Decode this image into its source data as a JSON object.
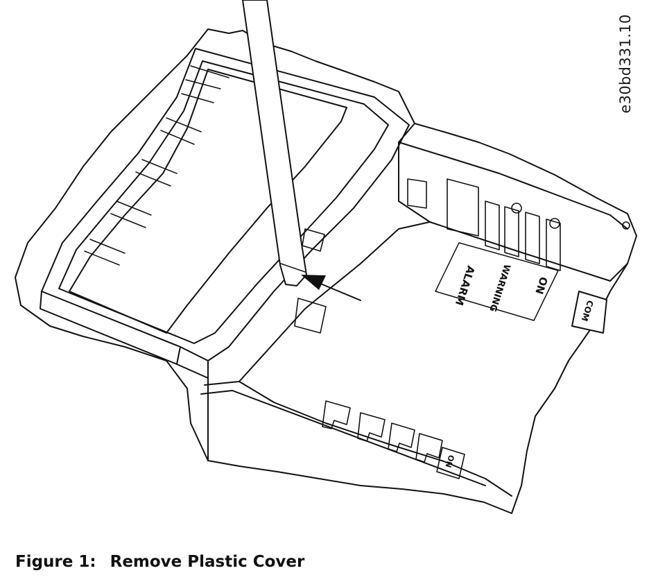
{
  "figure": {
    "number_label": "Figure 1:",
    "title": "Remove Plastic Cover",
    "drawing_id": "e30bd331.10"
  },
  "labels": {
    "alarm": "ALARM",
    "warning": "WARNING",
    "on": "ON",
    "com": "COM",
    "on_small": "ON"
  }
}
